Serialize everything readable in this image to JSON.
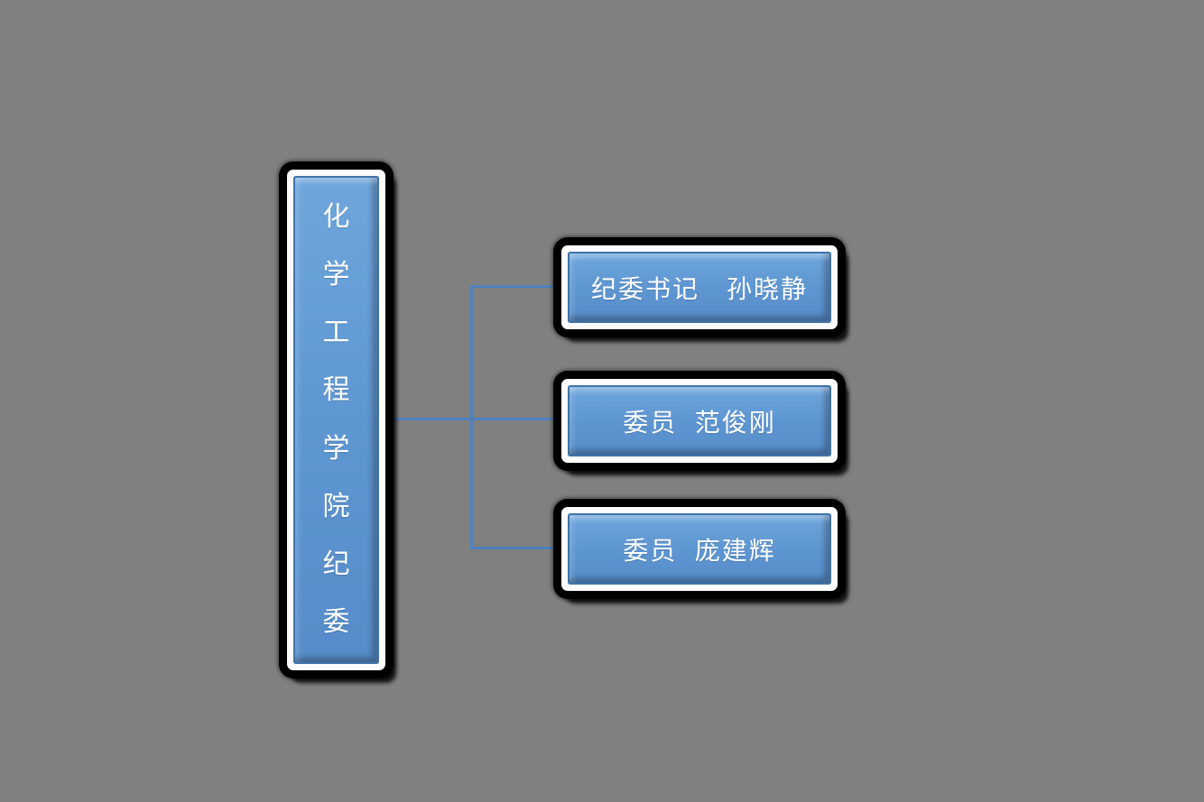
{
  "page": {
    "background_color": "#808080"
  },
  "colors": {
    "node_fill_top": "#6fa6dc",
    "node_fill_bottom": "#568cc9",
    "node_inner_trim": "#3f73a9",
    "node_border": "#ffffff",
    "node_glow": "#000000",
    "connector": "#4f81bd",
    "text": "#ffffff"
  },
  "org_chart": {
    "root": {
      "label": "化学工程学院纪委",
      "chars": [
        "化",
        "学",
        "工",
        "程",
        "学",
        "院",
        "纪",
        "委"
      ]
    },
    "children": [
      {
        "role": "纪委书记",
        "name": "孙晓静",
        "label": "纪委书记　孙晓静"
      },
      {
        "role": "委员",
        "name": "范俊刚",
        "label": "委员  范俊刚"
      },
      {
        "role": "委员",
        "name": "庞建辉",
        "label": "委员  庞建辉"
      }
    ]
  }
}
